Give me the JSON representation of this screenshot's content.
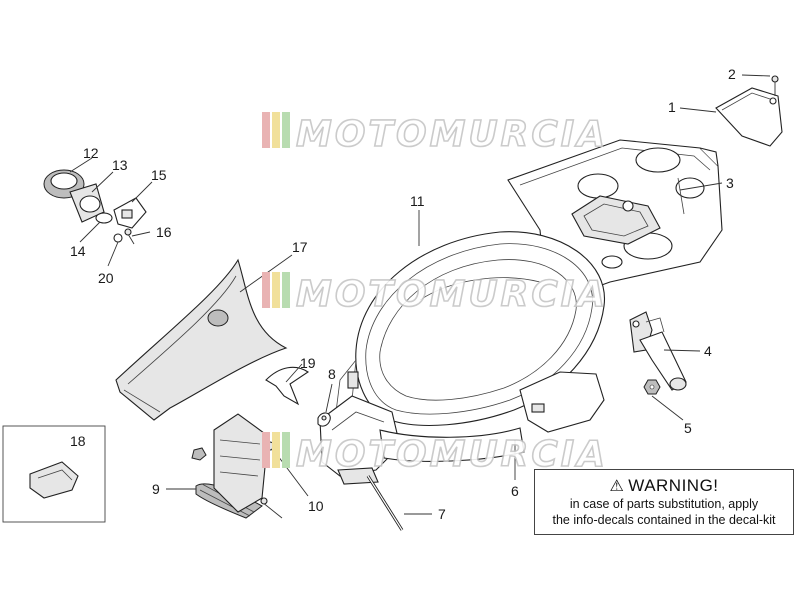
{
  "watermark": {
    "text": "MOTOMURCIA",
    "stripe_colors": [
      "#e9b3b3",
      "#f1e09a",
      "#b8dcb0"
    ]
  },
  "callouts": {
    "c1": "1",
    "c2": "2",
    "c3": "3",
    "c4": "4",
    "c5": "5",
    "c6": "6",
    "c7": "7",
    "c8": "8",
    "c9": "9",
    "c10": "10",
    "c11": "11",
    "c12": "12",
    "c13": "13",
    "c14": "14",
    "c15": "15",
    "c16": "16",
    "c17": "17",
    "c18": "18",
    "c19": "19",
    "c20": "20"
  },
  "warning": {
    "title": "WARNING!",
    "line1": "in case of parts substitution, apply",
    "line2": "the info-decals contained in the decal-kit"
  },
  "colors": {
    "line": "#222222",
    "part_fill": "#e6e6e6",
    "dark_part": "#bdbdbd"
  }
}
